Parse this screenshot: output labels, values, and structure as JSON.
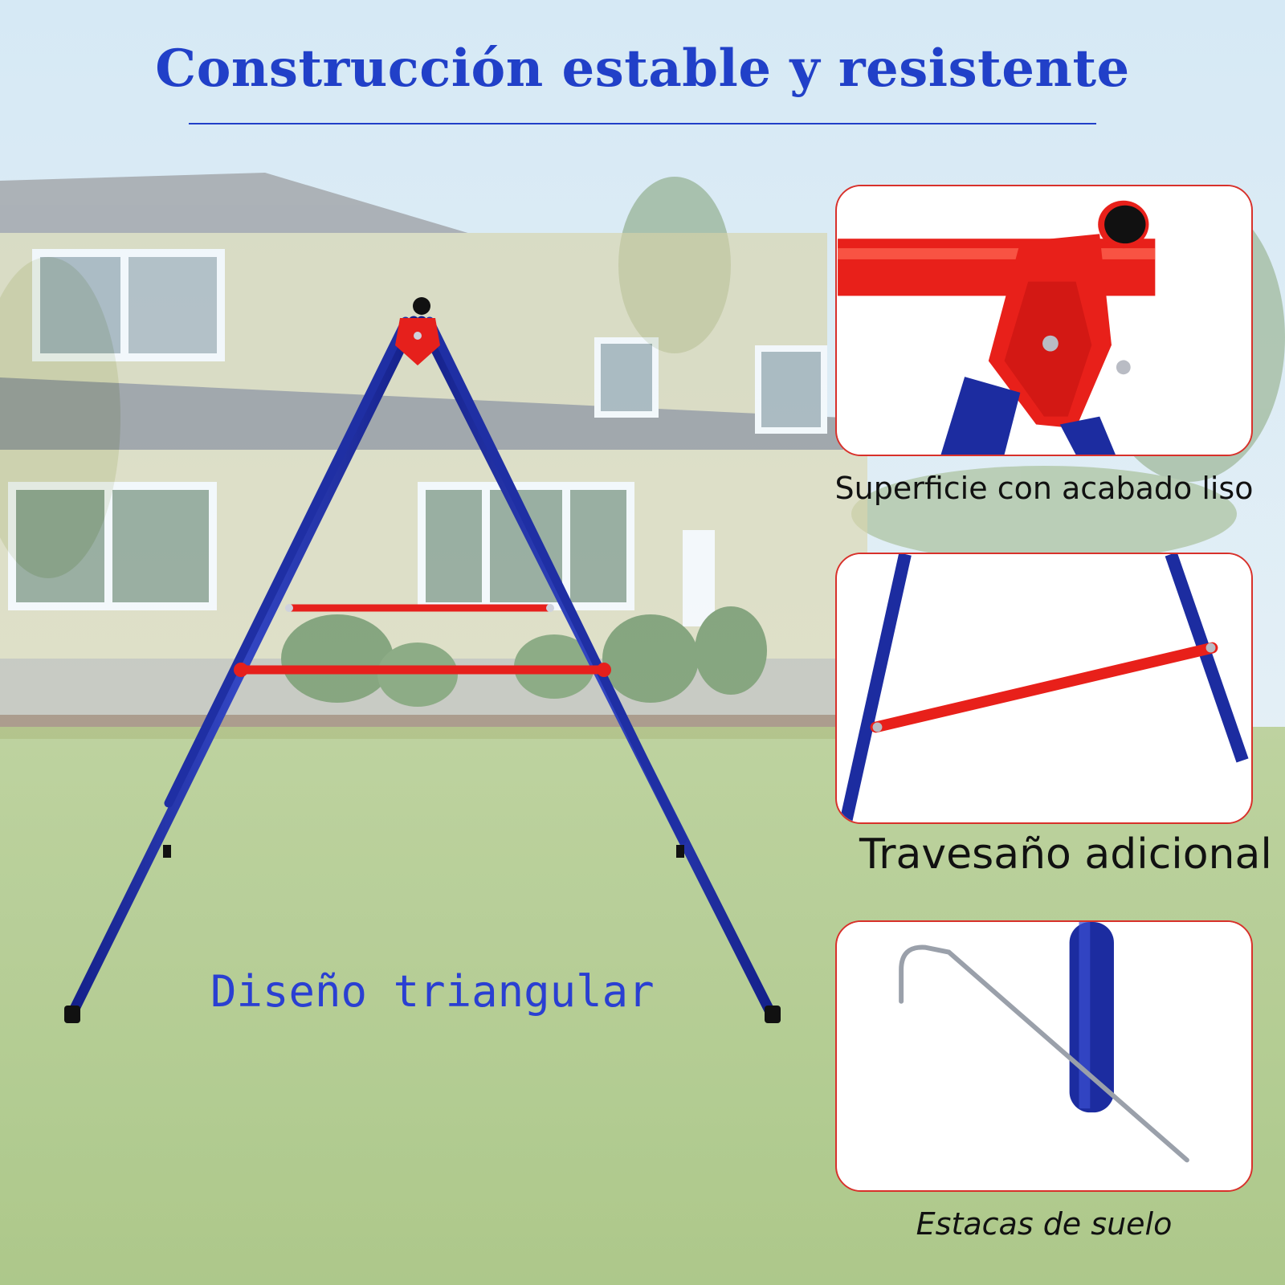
{
  "title": "Construcción estable y resistente",
  "main_label": "Diseño triangular",
  "callouts": [
    {
      "caption": "Superficie con acabado liso"
    },
    {
      "caption": "Travesaño adicional"
    },
    {
      "caption": "Estacas de suelo"
    }
  ],
  "colors": {
    "title_blue": "#2140c8",
    "frame_blue": "#1c2ca0",
    "frame_red": "#e6201c",
    "card_border": "#d8312b"
  }
}
